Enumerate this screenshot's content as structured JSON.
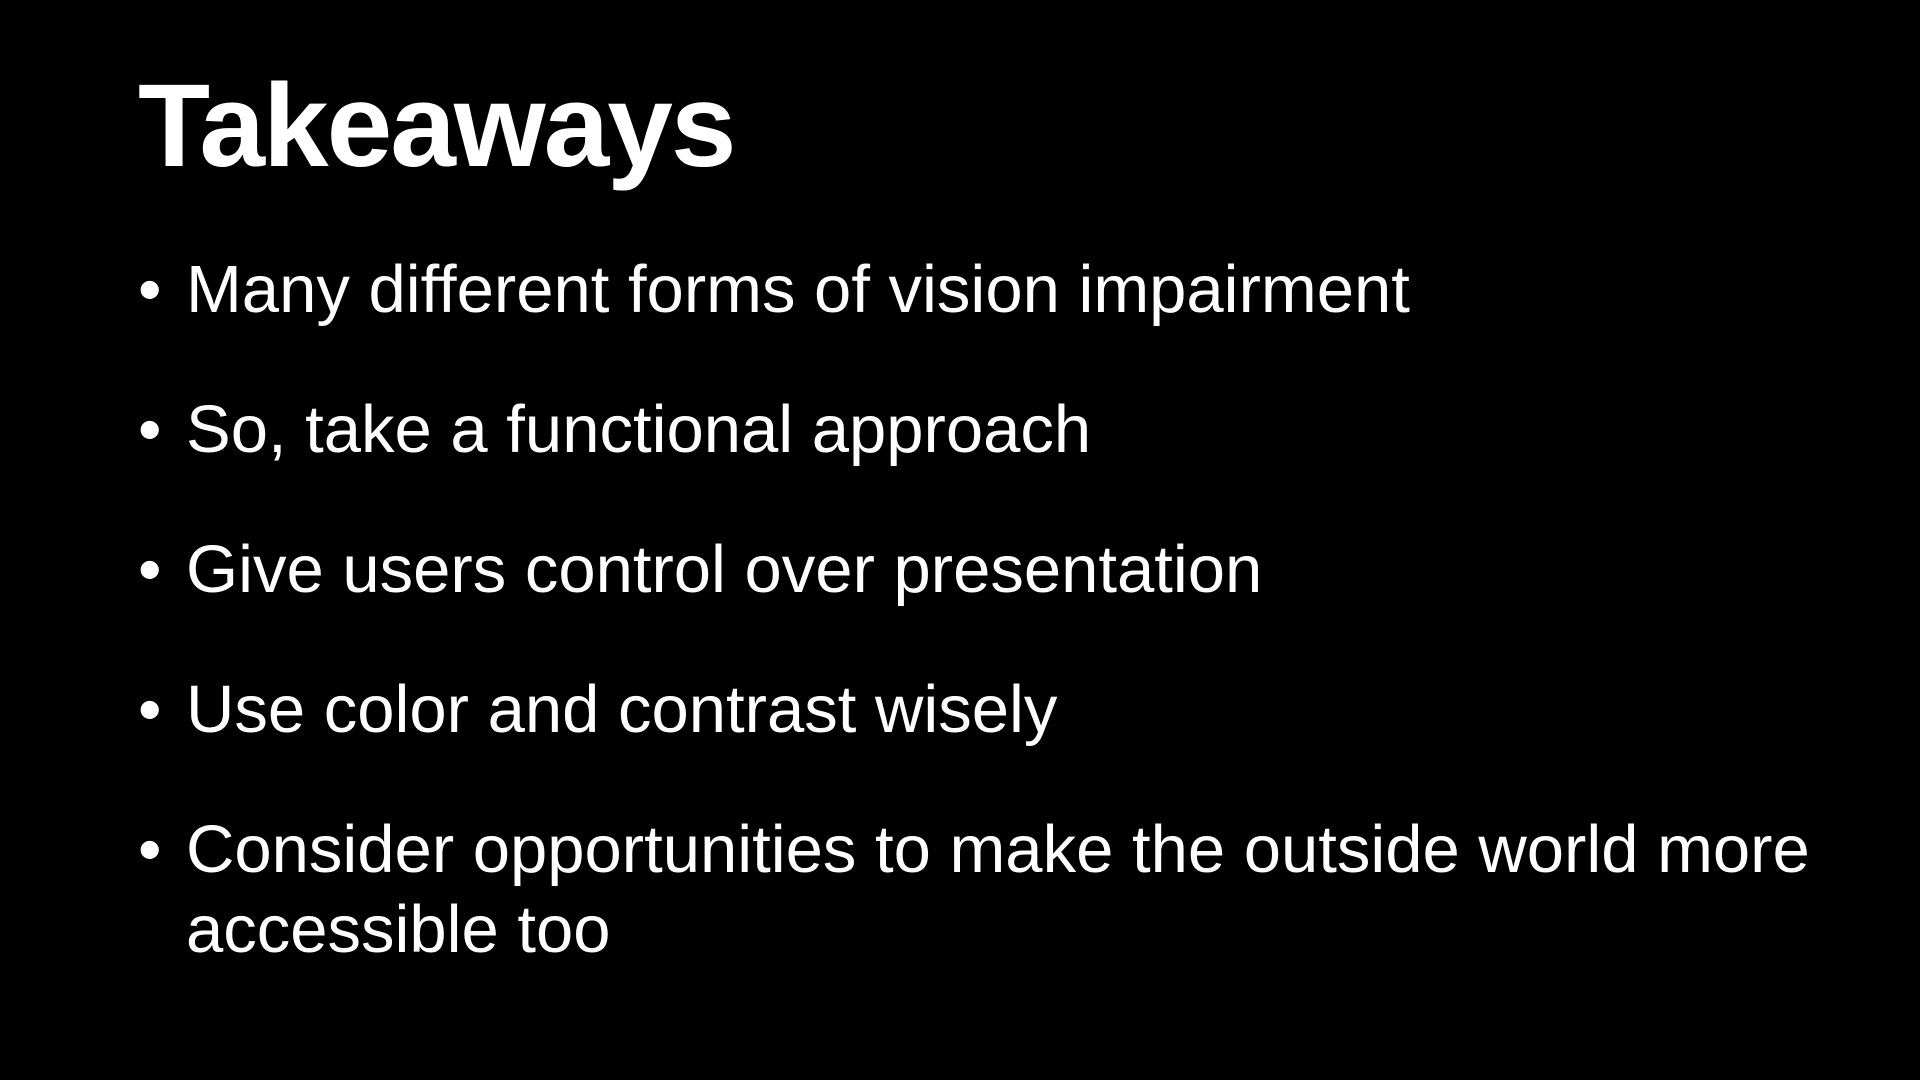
{
  "slide": {
    "title": "Takeaways",
    "bullet_symbol": "•",
    "bullets": [
      "Many different forms of vision impairment",
      "So, take a functional approach",
      "Give users control over presentation",
      "Use color and contrast wisely",
      "Consider opportunities to make the outside world more accessible too"
    ]
  },
  "colors": {
    "background": "#000000",
    "text": "#ffffff"
  }
}
